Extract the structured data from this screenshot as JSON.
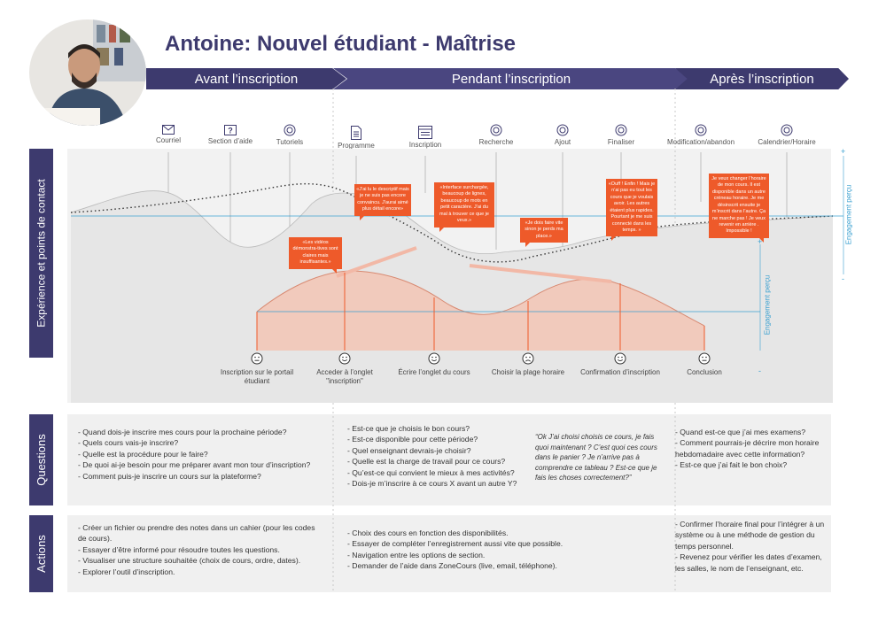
{
  "title": "Antoine: Nouvel étudiant - Maîtrise",
  "phases": [
    "Avant l’inscription",
    "Pendant l’inscription",
    "Après l’inscription"
  ],
  "touchpoints": [
    {
      "label": "Courriel",
      "icon": "mail-icon"
    },
    {
      "label": "Section d’aide",
      "icon": "help-icon"
    },
    {
      "label": "Tutoriels",
      "icon": "target-icon"
    },
    {
      "label": "Programme",
      "icon": "document-icon"
    },
    {
      "label": "Inscription",
      "icon": "form-icon"
    },
    {
      "label": "Recherche",
      "icon": "target-icon"
    },
    {
      "label": "Ajout",
      "icon": "target-icon"
    },
    {
      "label": "Finaliser",
      "icon": "target-icon"
    },
    {
      "label": "Modification/abandon",
      "icon": "target-icon"
    },
    {
      "label": "Calendrier/Horaire",
      "icon": "target-icon"
    }
  ],
  "sections": {
    "experience": "Expérience et points de contact",
    "questions": "Questions",
    "actions": "Actions"
  },
  "engagement_label": "Engagement perçu",
  "engagement_plus": "+",
  "engagement_minus": "-",
  "bubbles": [
    "«Les vidéos démonstra-tives sont claires mais insuffisantes.»",
    "«J’ai lu le descriptif mais je ne suis pas encore convaincu. J’aurai aimé plus détail encore»",
    "«Interface surchargée, beaucoup de lignes, beaucoup de mots en petit caractère. J’ai du mal à trouver ce que je veux.»",
    "«Je dois faire vite sinon je perds ma place.»",
    "«Ouff ! Enfin ! Mais je n’ai pas eu tout les cours que je voulais avoir. Les autres étaient plus rapides. Pourtant je me suis connecté dans les temps. »",
    "Je veux changer l’horaire de mon cours. Il est disponible dans un autre créneau horaire. Je me désinscrit ensuite je m’inscrit dans l’autre. Ça ne marche pas ! Je veux revenir en arrière . Impossible !"
  ],
  "milestones": [
    {
      "label": "Inscription sur le portail étudiant",
      "mood": "neutral"
    },
    {
      "label": "Acceder à l’onglet \"inscription\"",
      "mood": "happy"
    },
    {
      "label": "Écrire l’onglet du cours",
      "mood": "happy"
    },
    {
      "label": "Choisir la plage horaire",
      "mood": "sad"
    },
    {
      "label": "Confirmation d’inscription",
      "mood": "happy"
    },
    {
      "label": "Conclusion",
      "mood": "neutral"
    }
  ],
  "questions": {
    "col1": [
      "- Quand dois-je inscrire mes cours pour la prochaine période?",
      "- Quels cours vais-je inscrire?",
      "- Quelle est la procédure pour le faire?",
      "- De quoi ai-je besoin pour me préparer avant mon tour d’inscription?",
      "- Comment puis-je inscrire un cours sur la plateforme?"
    ],
    "col2": [
      "- Est-ce que je choisis le bon cours?",
      "- Est-ce disponible pour cette période?",
      "- Quel enseignant devrais-je choisir?",
      "- Quelle est la charge de travail pour ce cours?",
      "- Qu’est-ce qui convient le mieux à mes activités?",
      "- Dois-je m’inscrire à ce cours X avant un autre Y?"
    ],
    "quote": "“Ok J’ai choisi choisis ce cours, je fais quoi maintenant ? C’est quoi ces cours dans le panier ? Je n’arrive pas à comprendre ce tableau ? Est-ce que je fais les choses correctement?”",
    "col3": [
      "- Quand est-ce que j’ai mes examens?",
      "- Comment pourrais-je décrire mon horaire hebdomadaire avec cette information?",
      "- Est-ce que j’ai fait le bon choix?"
    ]
  },
  "actions": {
    "col1": [
      "- Créer un fichier ou prendre des notes dans un cahier (pour les codes de cours).",
      "- Essayer d’être informé pour résoudre toutes les questions.",
      "- Visualiser une structure souhaitée (choix de cours, ordre, dates).",
      "- Explorer l’outil d’inscription."
    ],
    "col2": [
      "- Choix des cours en fonction des disponibilités.",
      "- Essayer de compléter l’enregistrement aussi vite que possible.",
      "- Navigation entre les options de section.",
      "- Demander de l’aide dans ZoneCours (live, email, téléphone)."
    ],
    "col3": [
      "- Confirmer l’horaire final pour l’intégrer à un système ou à une méthode de gestion du temps personnel.",
      "- Revenez pour vérifier les dates d’examen, les salles, le nom de l’enseignant, etc."
    ]
  },
  "colors": {
    "primary": "#3d3a6e",
    "accent": "#ee5a2a",
    "engagement": "#3aa0d0",
    "curve_fill": "#f2c4b4"
  }
}
